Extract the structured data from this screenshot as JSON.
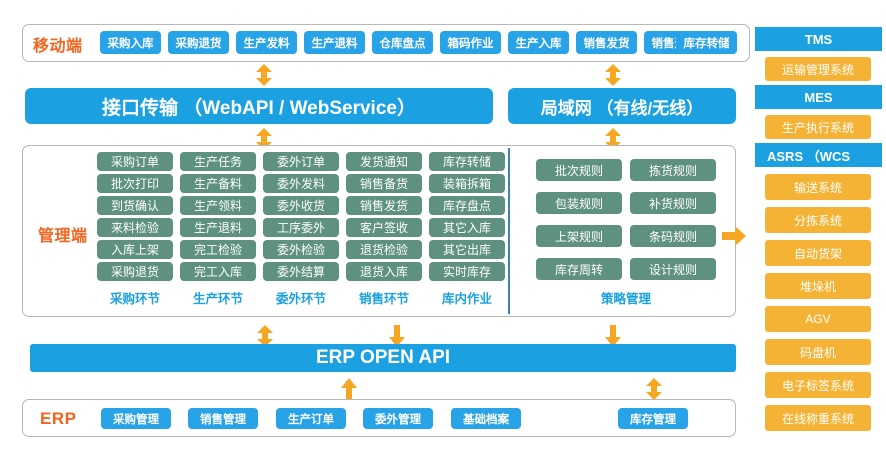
{
  "colors": {
    "blue": "#1ba1e2",
    "button_blue": "#29a3e8",
    "green": "#5f9180",
    "orange": "#f5b335",
    "accent_orange": "#f4641e",
    "caption_blue": "#1ba1e2",
    "panel_border": "#b7b7b7"
  },
  "mobile": {
    "label": "移动端",
    "buttons": [
      "采购入库",
      "采购退货",
      "生产发料",
      "生产退料",
      "仓库盘点",
      "箱码作业",
      "生产入库",
      "销售发货",
      "销售退货",
      "库存转储"
    ]
  },
  "transport": {
    "api_bar": "接口传输 （WebAPI / WebService）",
    "lan_bar": "局域网 （有线/无线）"
  },
  "management": {
    "label": "管理端",
    "columns": [
      {
        "caption": "采购环节",
        "items": [
          "采购订单",
          "批次打印",
          "到货确认",
          "来料检验",
          "入库上架",
          "采购退货"
        ]
      },
      {
        "caption": "生产环节",
        "items": [
          "生产任务",
          "生产备料",
          "生产领料",
          "生产退料",
          "完工检验",
          "完工入库"
        ]
      },
      {
        "caption": "委外环节",
        "items": [
          "委外订单",
          "委外发料",
          "委外收货",
          "工序委外",
          "委外检验",
          "委外结算"
        ]
      },
      {
        "caption": "销售环节",
        "items": [
          "发货通知",
          "销售备货",
          "销售发货",
          "客户签收",
          "退货检验",
          "退货入库"
        ]
      },
      {
        "caption": "库内作业",
        "items": [
          "库存转储",
          "装箱拆箱",
          "库存盘点",
          "其它入库",
          "其它出库",
          "实时库存"
        ]
      }
    ]
  },
  "strategy": {
    "caption": "策略管理",
    "items": [
      "批次规则",
      "拣货规则",
      "包装规则",
      "补货规则",
      "上架规则",
      "条码规则",
      "库存周转",
      "设计规则"
    ]
  },
  "open_api": {
    "label": "ERP  OPEN API"
  },
  "erp": {
    "label": "ERP",
    "buttons": [
      "采购管理",
      "销售管理",
      "生产订单",
      "委外管理",
      "基础档案"
    ],
    "inventory_button": "库存管理"
  },
  "right_column": {
    "blocks": [
      {
        "type": "blue",
        "label": "TMS"
      },
      {
        "type": "orange",
        "label": "运输管理系统"
      },
      {
        "type": "blue",
        "label": "MES"
      },
      {
        "type": "orange",
        "label": "生产执行系统"
      },
      {
        "type": "blue",
        "label": "ASRS （WCS"
      },
      {
        "type": "orange",
        "label": "输送系统"
      },
      {
        "type": "orange",
        "label": "分拣系统"
      },
      {
        "type": "orange",
        "label": "自动货架"
      },
      {
        "type": "orange",
        "label": "堆垛机"
      },
      {
        "type": "orange",
        "label": "AGV"
      },
      {
        "type": "orange",
        "label": "码盘机"
      },
      {
        "type": "orange",
        "label": "电子标签系统"
      },
      {
        "type": "orange",
        "label": "在线称重系统"
      }
    ]
  },
  "arrows": {
    "mobile_to_api": "double-vertical-arrow",
    "api_to_management": "double-vertical-arrow",
    "lan_to_mobile": "double-vertical-arrow",
    "lan_to_strategy": "double-vertical-arrow",
    "management_to_openapi": "down-arrow",
    "openapi_up": "double-vertical-arrow",
    "openapi_to_erp": "up-arrow",
    "erp_inventory": "double-vertical-arrow",
    "strategy_to_asrs": "right-arrow"
  }
}
